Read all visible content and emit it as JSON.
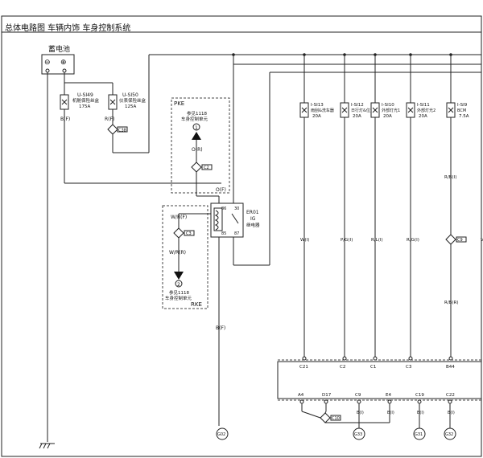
{
  "header": {
    "title": "总体电路图 车辆内饰 车身控制系统"
  },
  "battery": {
    "label": "蓄电池",
    "neg": "⊖",
    "pos": "⊕"
  },
  "fuses_left": [
    {
      "id": "U-SI49",
      "desc": "机舱保险丝盒",
      "rating": "175A",
      "wire": "B(F)"
    },
    {
      "id": "U-SI50",
      "desc": "仪表保险丝盒",
      "rating": "125A",
      "wire": "R(F)"
    }
  ],
  "connector_c38": "C38",
  "pke": {
    "label": "PKE",
    "ref": "参见1118",
    "unit": "车身控制单元",
    "node": "1",
    "wire_top": "O(R)",
    "splice": "C2",
    "wire_bottom": "O(F)"
  },
  "rke": {
    "label": "RKE",
    "ref": "参见1118",
    "unit": "车身控制单元",
    "node": "2",
    "wire_top": "W/R(F)",
    "splice": "C3",
    "wire_bottom": "W/R(R)"
  },
  "relay": {
    "id": "ER01",
    "name": "IG",
    "type": "继电器",
    "pin86": "86",
    "pin30": "30",
    "pin85": "85",
    "pin87": "87",
    "wire": "B(F)"
  },
  "fuses_right": [
    {
      "id": "I-SI13",
      "desc": "雨刮&洗车器",
      "rating": "20A",
      "wire": "W(I)",
      "pin": "C21"
    },
    {
      "id": "I-SI12",
      "desc": "日行灯&位置灯",
      "rating": "20A",
      "wire": "P/G(I)",
      "pin": "C2"
    },
    {
      "id": "I-SI10",
      "desc": "外部灯光1",
      "rating": "20A",
      "wire": "R/L(I)",
      "pin": "C1"
    },
    {
      "id": "I-SI11",
      "desc": "外部灯光2",
      "rating": "20A",
      "wire": "R/G(I)",
      "pin": "C3"
    },
    {
      "id": "I-SI9",
      "desc": "BCM",
      "rating": "7.5A",
      "wire_top": "R/B(I)",
      "wire_bottom": "R/B(R)",
      "splice": "C9",
      "pin": "B44",
      "wire_right": "V"
    }
  ],
  "bcm_bottom_pins": [
    {
      "pin": "A4",
      "wire": ""
    },
    {
      "pin": "D17",
      "wire": ""
    },
    {
      "pin": "C9",
      "wire": "B(I)",
      "ground": "G33"
    },
    {
      "pin": "E4",
      "wire": "B(I)"
    },
    {
      "pin": "C19",
      "wire": "B(I)",
      "ground": "G31"
    },
    {
      "pin": "C22",
      "wire": "B(I)",
      "ground": "G32"
    }
  ],
  "ground_splice": "C10",
  "grounds": {
    "relay": "G02"
  }
}
